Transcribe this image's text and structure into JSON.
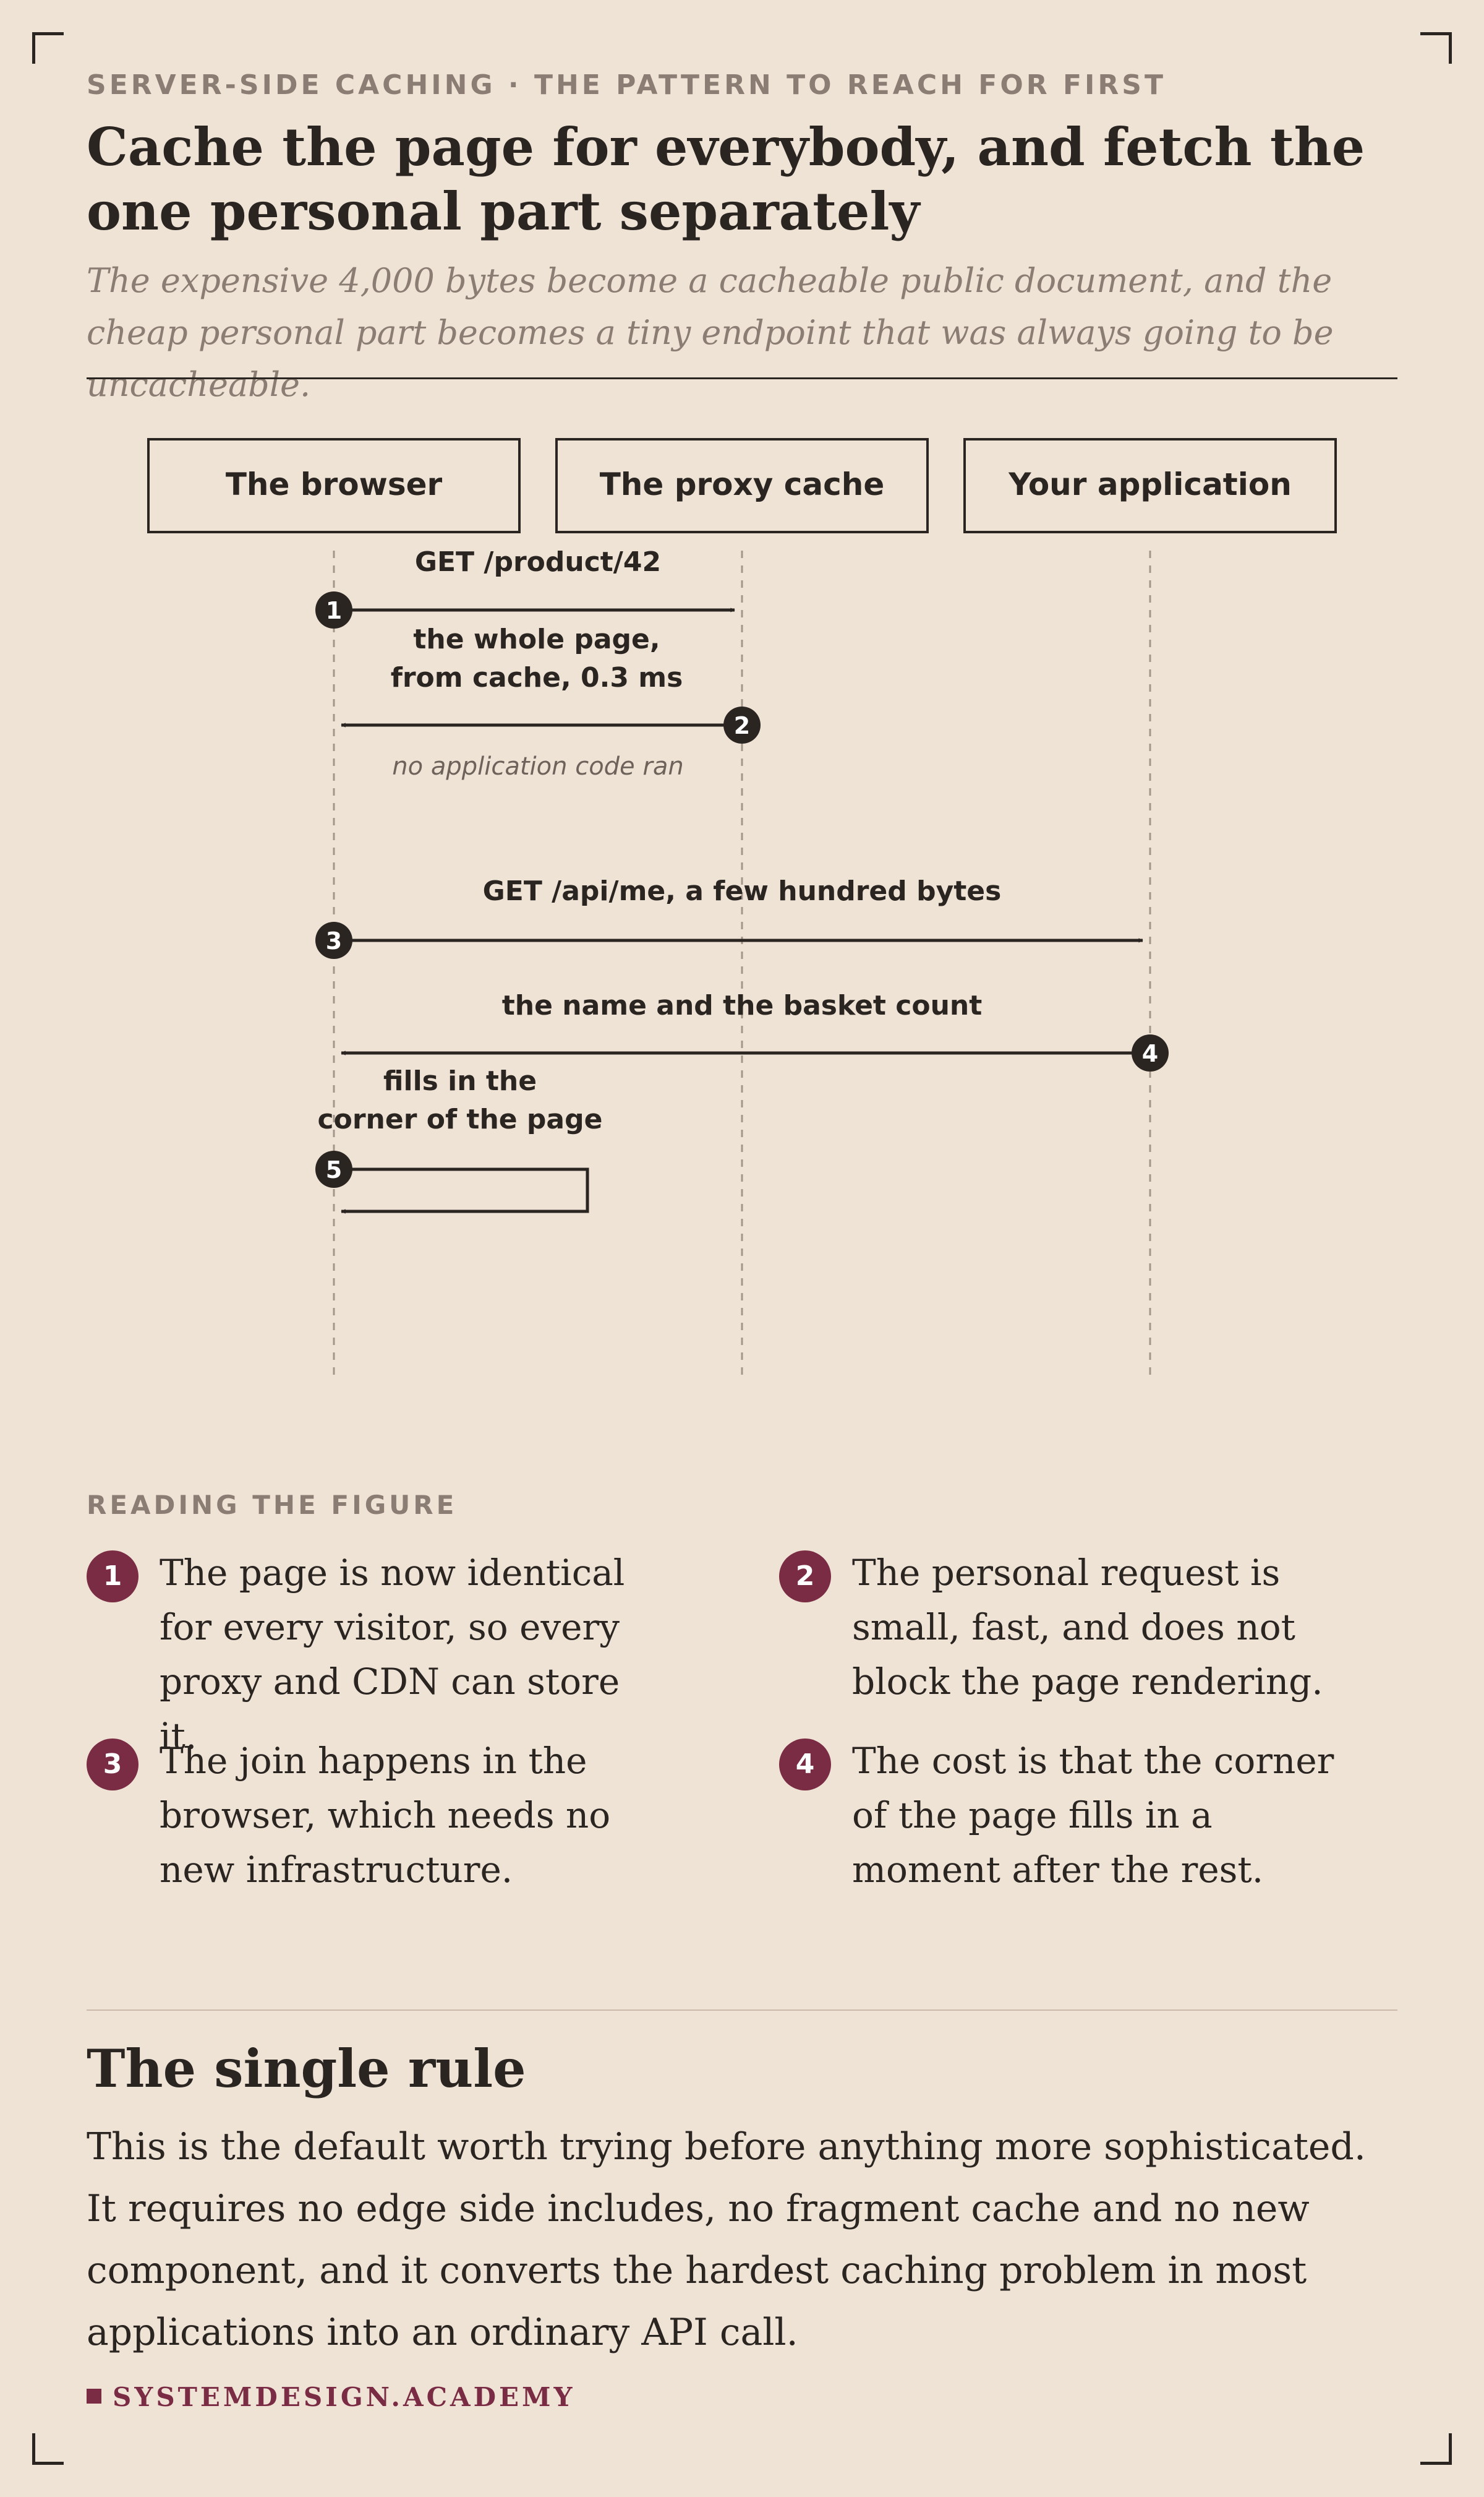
{
  "header": {
    "eyebrow": "SERVER-SIDE CACHING · THE PATTERN TO REACH FOR FIRST",
    "title": "Cache the page for everybody, and fetch the one personal part separately",
    "subtitle": "The expensive 4,000 bytes become a cacheable public document, and the cheap personal part becomes a tiny endpoint that was always going to be uncacheable."
  },
  "diagram": {
    "actors": {
      "browser": "The browser",
      "proxy": "The proxy cache",
      "app": "Your application"
    },
    "messages": [
      {
        "step": "1",
        "label": "GET /product/42"
      },
      {
        "step": "2",
        "label_lines": [
          "the whole page,",
          "from cache, 0.3 ms"
        ],
        "note": "no application code ran"
      },
      {
        "step": "3",
        "label": "GET /api/me, a few hundred bytes"
      },
      {
        "step": "4",
        "label": "the name and the basket count"
      },
      {
        "step": "5",
        "label_lines": [
          "fills in the",
          "corner of the page"
        ]
      }
    ]
  },
  "reading": {
    "heading": "READING THE FIGURE",
    "notes": [
      {
        "num": "1",
        "text": "The page is now identical for every visitor, so every proxy and CDN can store it."
      },
      {
        "num": "2",
        "text": "The personal request is small, fast, and does not block the page rendering."
      },
      {
        "num": "3",
        "text": "The join happens in the browser, which needs no new infrastructure."
      },
      {
        "num": "4",
        "text": "The cost is that the corner of the page fills in a moment after the rest."
      }
    ]
  },
  "rule": {
    "heading": "The single rule",
    "body": "This is the default worth trying before anything more sophisticated. It requires no edge side includes, no fragment cache and no new component, and it converts the hardest caching problem in most applications into an ordinary API call."
  },
  "footer": {
    "brand": "SYSTEMDESIGN.ACADEMY"
  },
  "colors": {
    "background": "#efe3d5",
    "ink": "#2b2522",
    "muted": "#8b7d73",
    "accent": "#7b2c45"
  }
}
